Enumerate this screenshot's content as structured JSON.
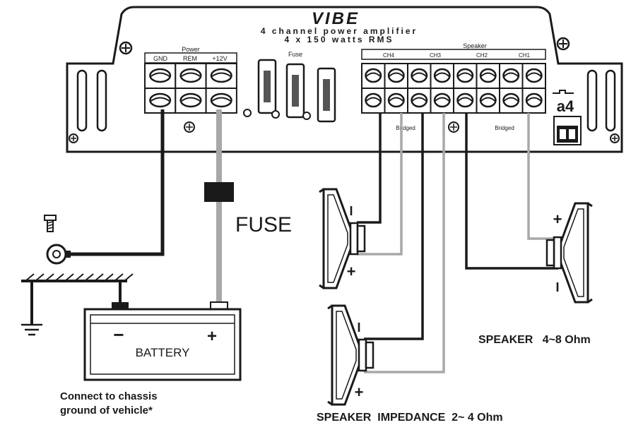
{
  "amplifier": {
    "brand": "VIBE",
    "subtitle_line1": "4 channel power amplifier",
    "subtitle_line2": "4 x 150 watts RMS",
    "model": "a4",
    "power_label": "Power",
    "power_terminals": [
      "GND",
      "REM",
      "+12V"
    ],
    "fuse_label": "Fuse",
    "speaker_label": "Speaker",
    "channel_labels": [
      "CH4",
      "CH3",
      "CH2",
      "CH1"
    ],
    "bridged_labels": [
      "Bridged",
      "Bridged"
    ]
  },
  "fuse_text": "FUSE",
  "battery": {
    "label": "BATTERY",
    "neg": "−",
    "pos": "+"
  },
  "ground_note_line1": "Connect to chassis",
  "ground_note_line2": "ground of vehicle*",
  "speaker_4_8": "SPEAKER   4~8 Ohm",
  "speaker_2_4": "SPEAKER  IMPEDANCE  2~ 4 Ohm",
  "polarity": {
    "plus": "+",
    "minus": "I"
  },
  "colors": {
    "black_wire": "#1a1a1a",
    "grey_wire": "#a8a8a8",
    "panel": "#ffffff",
    "outline": "#1a1a1a"
  }
}
